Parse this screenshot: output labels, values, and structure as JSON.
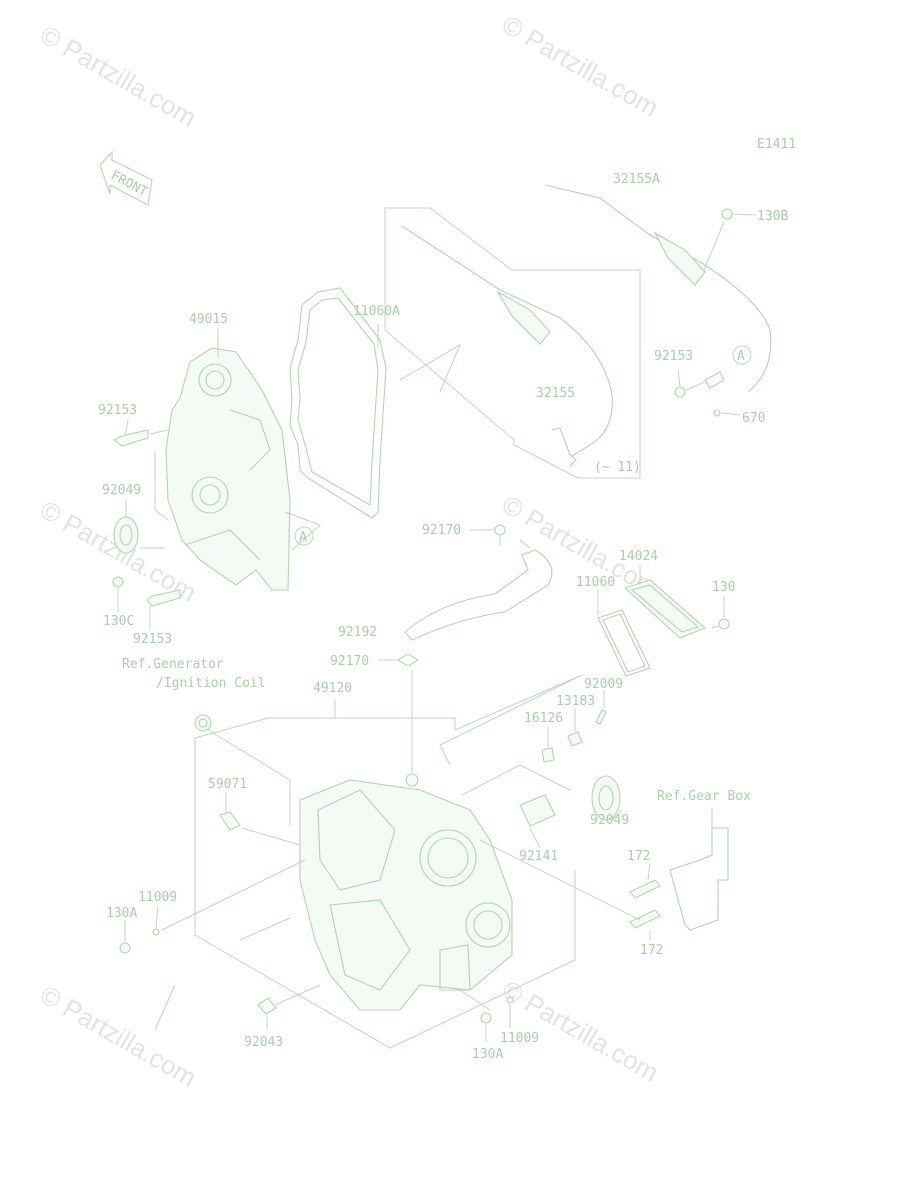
{
  "diagram_code": "E1411",
  "front_arrow_label": "FRONT",
  "circle_marker": "A",
  "watermark": "© Partzilla.com",
  "parts": {
    "p32155A": "32155A",
    "p130B": "130B",
    "p92153_top": "92153",
    "p670": "670",
    "p32155": "32155",
    "p_note": "(~ 11)",
    "p49015": "49015",
    "p11060A": "11060A",
    "p92153_left": "92153",
    "p92049_left": "92049",
    "p130C": "130C",
    "p92153_bottom": "92153",
    "p92170_top": "92170",
    "p14024": "14024",
    "p11060": "11060",
    "p130": "130",
    "p92192": "92192",
    "p92170_mid": "92170",
    "p49120": "49120",
    "p92009": "92009",
    "p13183": "13183",
    "p16126": "16126",
    "p59071": "59071",
    "p92049_right": "92049",
    "p92141": "92141",
    "p172_top": "172",
    "p172_bottom": "172",
    "p11009_left": "11009",
    "p130A_left": "130A",
    "p92043": "92043",
    "p11009_bottom": "11009",
    "p130A_bottom": "130A"
  },
  "references": {
    "generator_line1": "Ref.Generator",
    "generator_line2": "/Ignition Coil",
    "gear_box": "Ref.Gear Box"
  },
  "colors": {
    "line": "#bcd9bc",
    "text": "#a9cfa9",
    "watermark": "#e3e3e3"
  }
}
